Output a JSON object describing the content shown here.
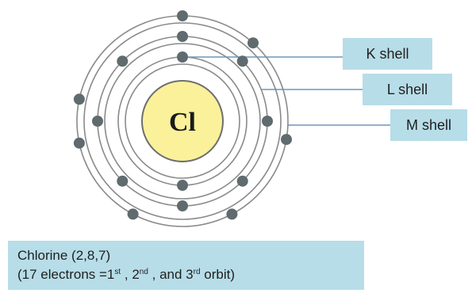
{
  "nucleus": {
    "symbol": "Cl"
  },
  "shells": [
    {
      "name": "K",
      "label": "K shell",
      "electrons": 2
    },
    {
      "name": "L",
      "label": "L shell",
      "electrons": 8
    },
    {
      "name": "M",
      "label": "M shell",
      "electrons": 7
    }
  ],
  "caption": {
    "line1": "Chlorine (2,8,7)",
    "line2": {
      "prefix": "(17 electrons =1",
      "sup1": "st",
      "mid1": " , 2",
      "sup2": "nd",
      "mid2": " , and 3",
      "sup3": "rd",
      "suffix": " orbit)"
    }
  },
  "colors": {
    "nucleus_fill": "#faf19a",
    "nucleus_stroke": "#6e6e6e",
    "orbit": "#8a8a8a",
    "electron": "#5f6b6e",
    "leader_line": "#6f95b8",
    "label_bg": "#b7dde8"
  }
}
